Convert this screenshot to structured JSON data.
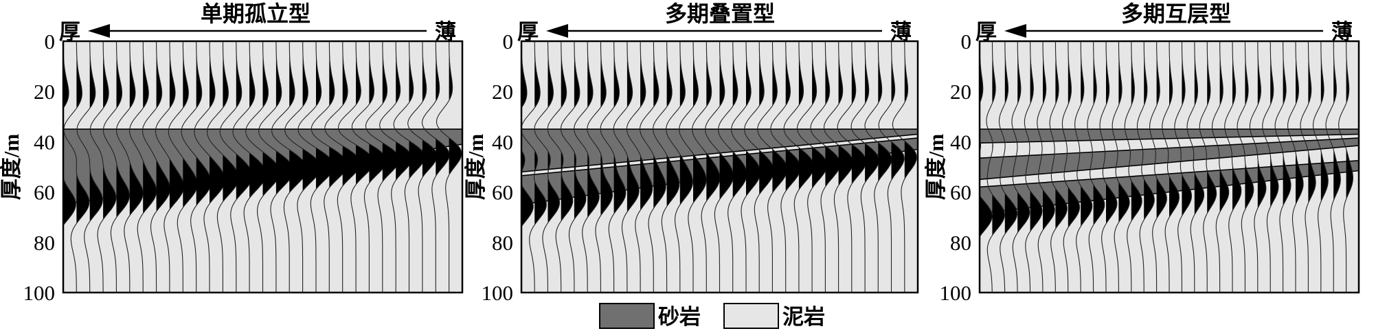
{
  "legend_placement": "bottom",
  "legend": [
    {
      "label": "砂岩",
      "color": "#707070"
    },
    {
      "label": "泥岩",
      "color": "#e6e6e6"
    }
  ],
  "chart_data": [
    {
      "type": "area",
      "title": "单期孤立型",
      "direction_left": "厚",
      "direction_right": "薄",
      "ylabel": "厚度/m",
      "ylim": [
        0,
        100
      ],
      "y_inverted": true,
      "grid": false,
      "yticks": [
        0,
        20,
        40,
        60,
        80,
        100
      ],
      "sand_layers": [
        {
          "top": [
            35,
            35
          ],
          "base": [
            65,
            41
          ]
        }
      ]
    },
    {
      "type": "area",
      "title": "多期叠置型",
      "direction_left": "厚",
      "direction_right": "薄",
      "ylabel": "厚度/m",
      "ylim": [
        0,
        100
      ],
      "y_inverted": true,
      "grid": false,
      "yticks": [
        0,
        20,
        40,
        60,
        80,
        100
      ],
      "sand_layers": [
        {
          "top": [
            35,
            35
          ],
          "base": [
            52,
            37
          ]
        },
        {
          "top": [
            53.5,
            38.5
          ],
          "base": [
            65,
            43
          ]
        }
      ]
    },
    {
      "type": "area",
      "title": "多期互层型",
      "direction_left": "厚",
      "direction_right": "薄",
      "ylabel": "厚度/m",
      "ylim": [
        0,
        100
      ],
      "y_inverted": true,
      "grid": false,
      "yticks": [
        0,
        20,
        40,
        60,
        80,
        100
      ],
      "sand_layers": [
        {
          "top": [
            35,
            35
          ],
          "base": [
            40.5,
            37
          ]
        },
        {
          "top": [
            46.5,
            38.5
          ],
          "base": [
            55,
            41.5
          ]
        },
        {
          "top": [
            58,
            47.5
          ],
          "base": [
            68.5,
            51.5
          ]
        }
      ]
    }
  ]
}
